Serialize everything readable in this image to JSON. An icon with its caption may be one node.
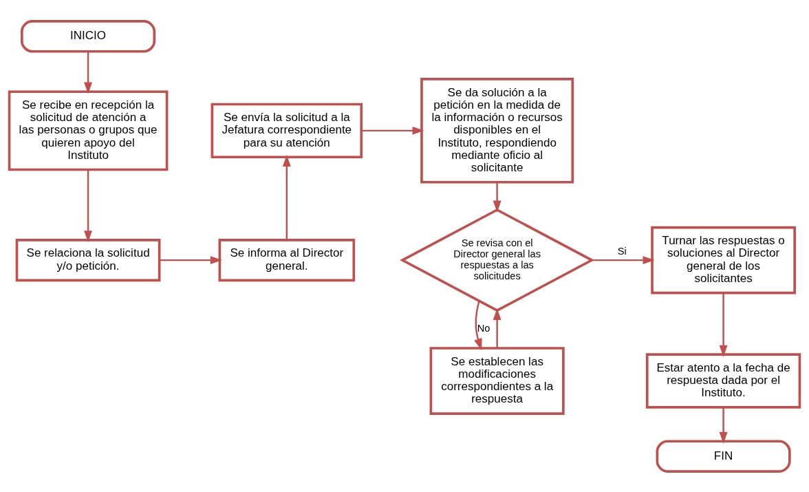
{
  "diagram": {
    "nodes": [
      {
        "text": [
          "INICIO"
        ]
      },
      {
        "text": [
          "Se recibe en recepción la solicitud de atención a las personas o grupos que quieren apoyo del Instituto"
        ]
      },
      {
        "text": [
          "Se relaciona la solicitud y/o petición."
        ]
      },
      {
        "text": [
          "Se informa al Director general."
        ]
      },
      {
        "text": [
          "Se envía la solicitud a la Jefatura correspondiente para su atención"
        ]
      },
      {
        "text": [
          "Se da solución a la petición en la medida de la información o recursos disponibles en el Instituto, respondiendo mediante oficio al solicitante"
        ]
      },
      {
        "text": [
          "Se revisa con el Director general las respuestas a las solicitudes"
        ]
      },
      {
        "text": [
          "Turnar las respuestas o soluciones al Director general de los solicitantes"
        ]
      },
      {
        "text": [
          "Se establecen las modificaciones correspondientes a la respuesta"
        ]
      },
      {
        "text": [
          "Estar atento a la fecha de respuesta dada por el Instituto."
        ]
      },
      {
        "text": [
          "FIN"
        ]
      }
    ],
    "edges": [
      {
        "from": 0,
        "to": 1,
        "arrow": "to"
      },
      {
        "from": 1,
        "to": 2,
        "arrow": "to"
      },
      {
        "from": 2,
        "to": 3,
        "arrow": "to"
      },
      {
        "from": 3,
        "to": 4,
        "arrow": "to"
      },
      {
        "from": 4,
        "to": 5,
        "arrow": "to"
      },
      {
        "from": 5,
        "to": 6,
        "arrow": "to"
      },
      {
        "from": 6,
        "to": 7,
        "arrow": "to",
        "label": "Si"
      },
      {
        "from": 6,
        "to": 8,
        "arrow": "to",
        "label": "No"
      },
      {
        "from": 8,
        "to": 6,
        "arrow": "to"
      },
      {
        "from": 7,
        "to": 9,
        "arrow": "to"
      },
      {
        "from": 9,
        "to": 10,
        "arrow": "to"
      }
    ]
  }
}
